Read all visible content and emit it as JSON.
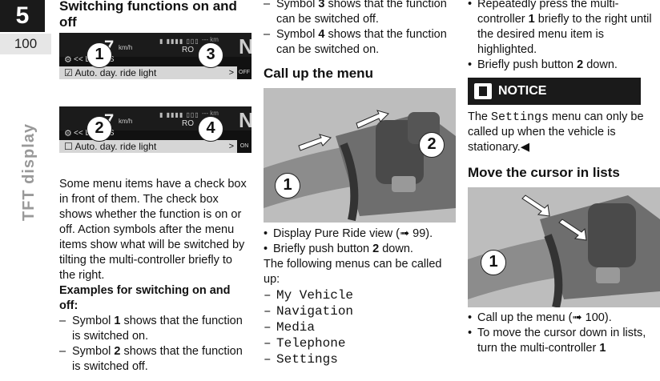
{
  "sidebar": {
    "chapter": "5",
    "page": "100",
    "section": "TFT display"
  },
  "col1": {
    "heading": "Switching functions on and off",
    "screen1": {
      "speed": "7",
      "unit": "km/h",
      "bars": "▮ ▮▮▮▮ ▯▯▯",
      "mode": "RO",
      "range": "--- km",
      "gear": "N",
      "lights": "<< LIGHTS",
      "row": "Auto. day. ride light",
      "state": "OFF",
      "check": "☑",
      "chev": ">",
      "callouts": [
        "1",
        "3"
      ]
    },
    "screen2": {
      "speed": "7",
      "unit": "km/h",
      "bars": "▮ ▮▮▮▮ ▯▯▯",
      "mode": "RO",
      "range": "--- km",
      "gear": "N",
      "lights": "<< LIGHTS",
      "row": "Auto. day. ride light",
      "state": "ON",
      "check": "☐",
      "chev": ">",
      "callouts": [
        "2",
        "4"
      ]
    },
    "para": "Some menu items have a check box in front of them. The check box shows whether the function is on or off. Action symbols after the menu items show what will be switched by tilting the multi-controller briefly to the right.",
    "examples_heading": "Examples for switching on and off:",
    "items": [
      {
        "pre": "Symbol ",
        "num": "1",
        "post": " shows that the function is switched on."
      },
      {
        "pre": "Symbol ",
        "num": "2",
        "post": " shows that the function is switched off."
      }
    ]
  },
  "col2": {
    "items": [
      {
        "pre": "Symbol ",
        "num": "3",
        "post": " shows that the function can be switched off."
      },
      {
        "pre": "Symbol ",
        "num": "4",
        "post": " shows that the function can be switched on."
      }
    ],
    "heading": "Call up the menu",
    "photo_callouts": [
      "1",
      "2"
    ],
    "bullets": [
      {
        "pre": "Display Pure Ride view (",
        "ref": "➟ 99",
        "post": ")."
      },
      {
        "pre": "Briefly push button ",
        "num": "2",
        "post": " down."
      }
    ],
    "following": "The following menus can be called up:",
    "menus": [
      "My Vehicle",
      "Navigation",
      "Media",
      "Telephone",
      "Settings"
    ]
  },
  "col3": {
    "bullets": [
      {
        "pre": "Repeatedly press the multi-controller ",
        "num": "1",
        "post": " briefly to the right until the desired menu item is highlighted."
      },
      {
        "pre": "Briefly push button ",
        "num": "2",
        "post": " down."
      }
    ],
    "notice_label": "NOTICE",
    "notice_pre": "The ",
    "notice_mono": "Settings",
    "notice_post": " menu can only be called up when the vehicle is stationary.◀",
    "heading": "Move the cursor in lists",
    "photo_callouts": [
      "1"
    ],
    "bullets2": [
      {
        "pre": "Call up the menu (",
        "ref": "➟ 100",
        "post": ")."
      },
      {
        "pre": "To move the cursor down in lists, turn the multi-controller ",
        "num": "1",
        "post": ""
      }
    ]
  }
}
